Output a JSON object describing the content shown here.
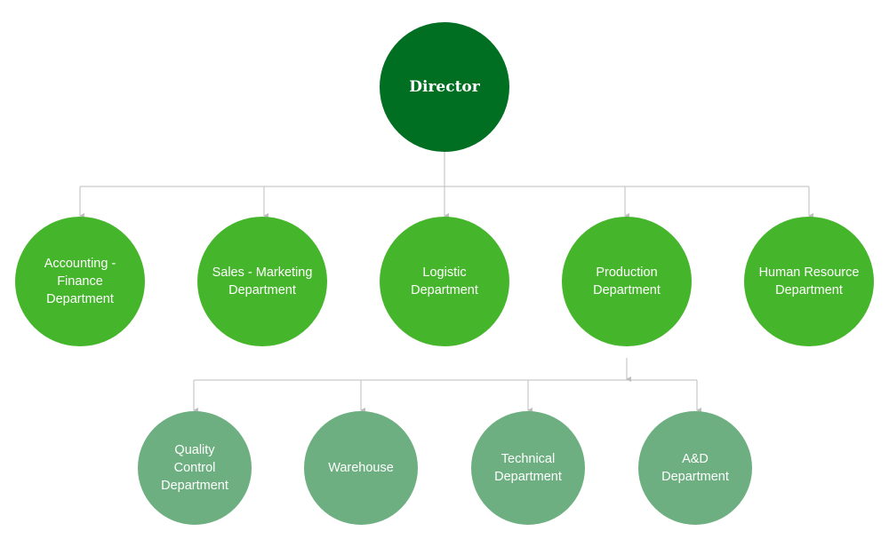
{
  "director": {
    "label": "Director",
    "color": "#006f21"
  },
  "departments": [
    {
      "label": "Accounting -\nFinance\nDepartment"
    },
    {
      "label": "Sales - Marketing\nDepartment"
    },
    {
      "label": "Logistic\nDepartment"
    },
    {
      "label": "Production\nDepartment"
    },
    {
      "label": "Human Resource\nDepartment"
    }
  ],
  "department_color": "#45b52b",
  "production_units": [
    {
      "label": "Quality\nControl\nDepartment"
    },
    {
      "label": "Warehouse"
    },
    {
      "label": "Technical\nDepartment"
    },
    {
      "label": "A&D\nDepartment"
    }
  ],
  "production_unit_color": "#6daf80",
  "connector_color": "#bdbdbd"
}
